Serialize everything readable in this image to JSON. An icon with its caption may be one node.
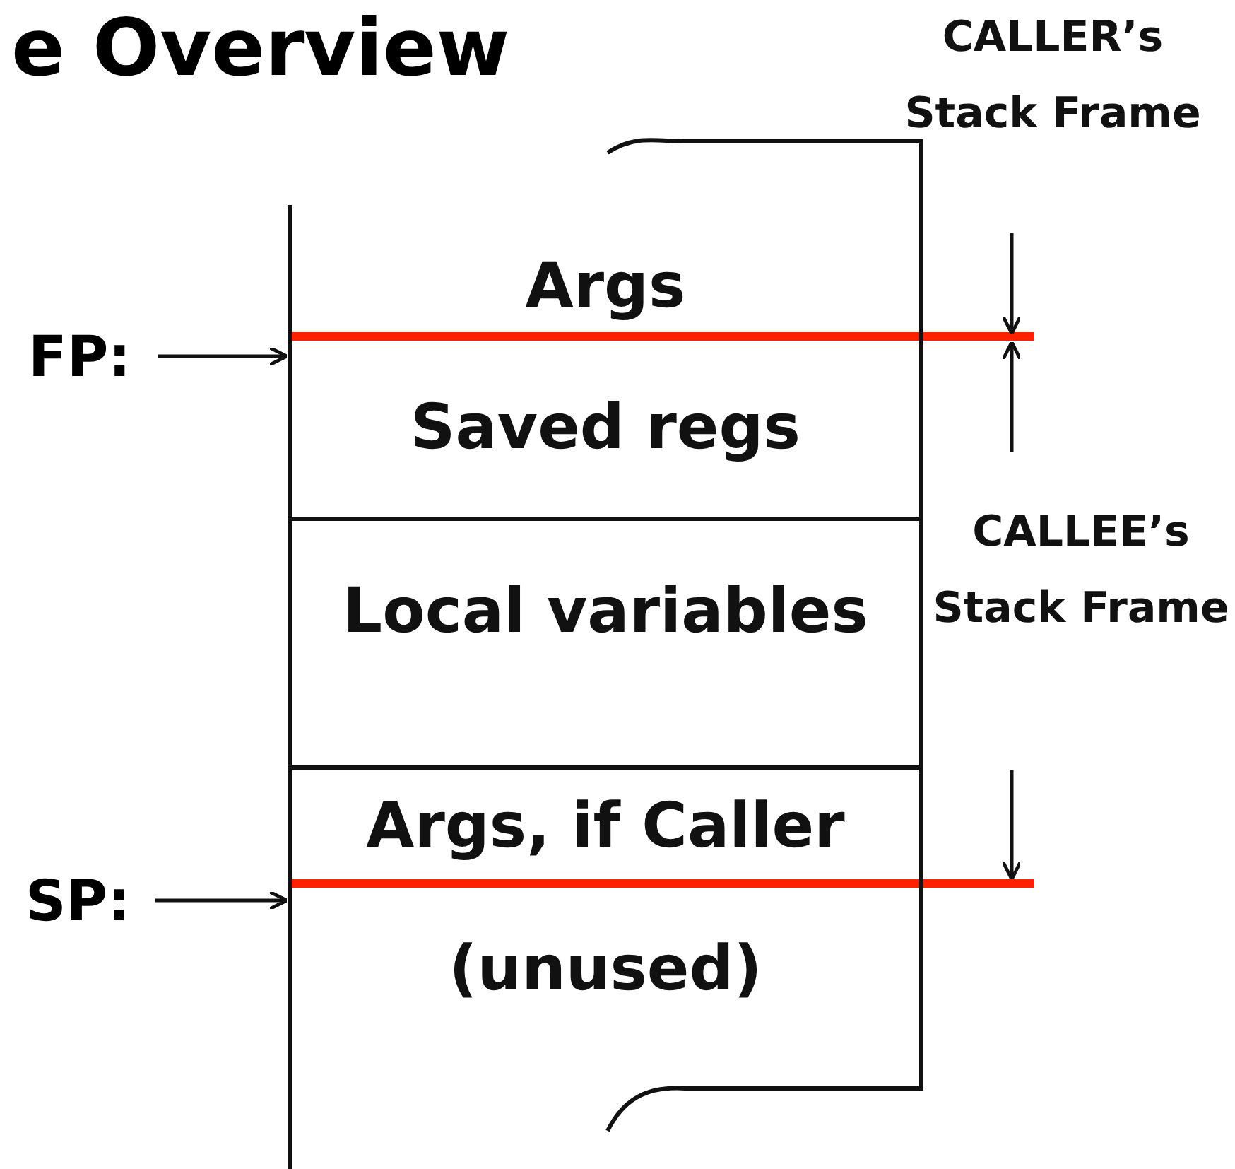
{
  "diagram": {
    "title": "e Overview",
    "nodes": [
      {
        "text": [],
        "shape": "box"
      },
      {
        "text": [
          "Args"
        ],
        "in": 0
      },
      {
        "text": [
          "Saved regs"
        ],
        "in": 0
      },
      {
        "text": [
          "Local variables"
        ],
        "in": 0
      },
      {
        "text": [
          "Args, if Caller"
        ],
        "in": 0
      },
      {
        "text": [
          "(unused)"
        ],
        "in": 0
      },
      {
        "text": [
          "FP:"
        ]
      },
      {
        "text": [
          "SP:"
        ]
      }
    ],
    "edges": [
      {
        "from": 6,
        "to": 0,
        "arrow": "to"
      },
      {
        "from": 7,
        "to": 0,
        "arrow": "to"
      }
    ],
    "labels": [
      "CALLER’s Stack Frame",
      "CALLEE’s Stack Frame"
    ]
  }
}
